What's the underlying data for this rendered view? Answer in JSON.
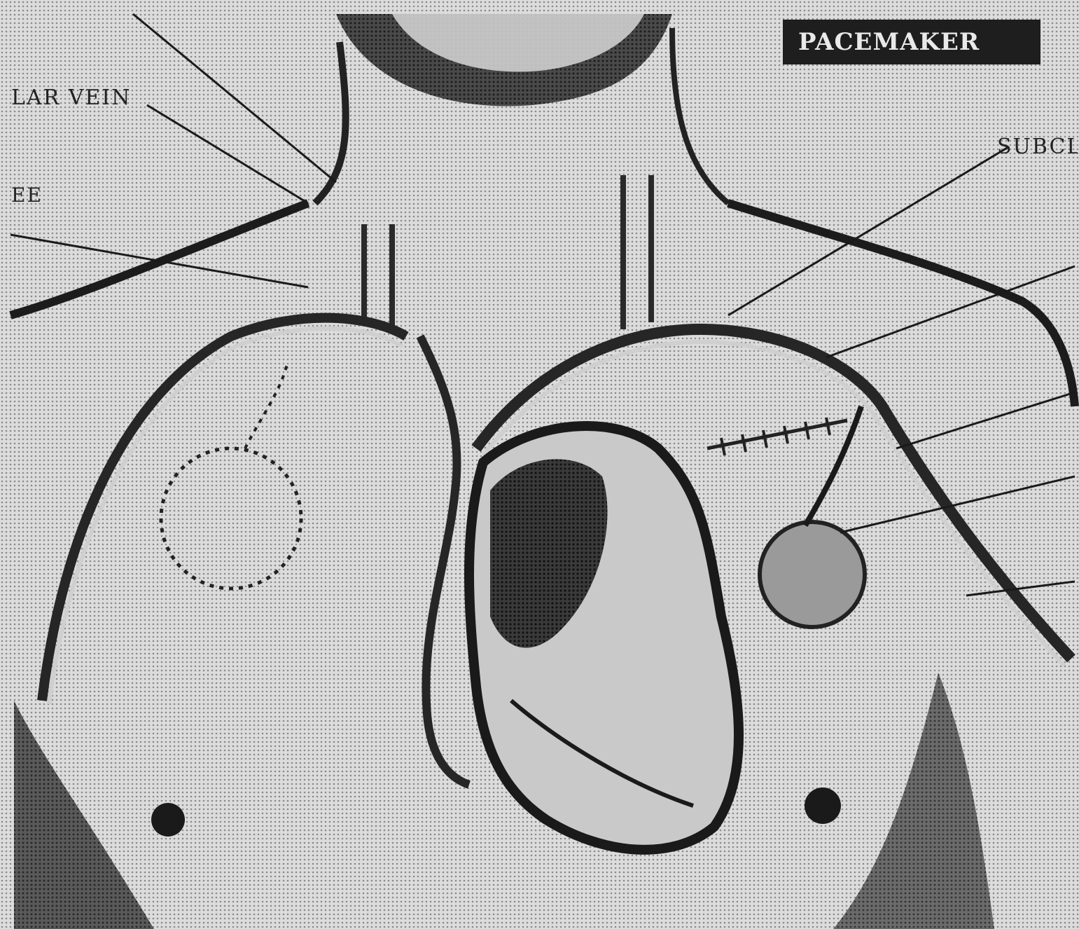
{
  "figure": {
    "header_label": "PACEMAKER",
    "labels": [
      {
        "text": "LAR VEIN"
      },
      {
        "text": "EE"
      },
      {
        "text": "SUBCL"
      }
    ]
  },
  "colors": {
    "paper": "#d7d7d7",
    "ink": "#222222",
    "badge_bg": "#1e1e1e",
    "badge_text": "#e9e9e9"
  }
}
